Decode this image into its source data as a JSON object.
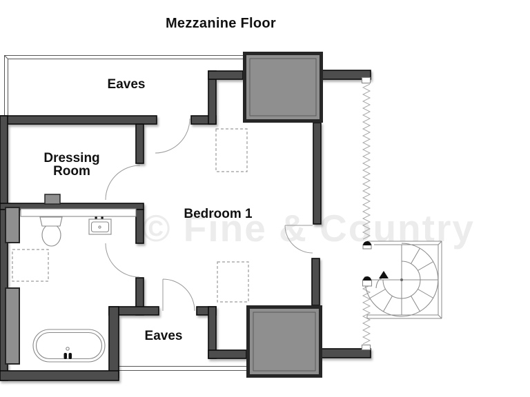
{
  "title": "Mezzanine Floor",
  "watermark": "© Fine & Country",
  "rooms": {
    "eaves_top": "Eaves",
    "dressing_line1": "Dressing",
    "dressing_line2": "Room",
    "bedroom": "Bedroom 1",
    "eaves_bottom": "Eaves"
  },
  "fixtures": {
    "staircase": "spiral-staircase",
    "stair_direction": "up-arrow",
    "bath": "bathtub",
    "toilet": "toilet",
    "basin": "sink",
    "rooflight": "dashed-rooflight",
    "chimney": "chimney-block",
    "void_edge": "zigzag-void-edge",
    "doors": "quarter-arc-door"
  },
  "colors": {
    "wall": "#4d4d4d",
    "chimney_fill": "#8f8f8f",
    "line": "#888888",
    "watermark": "#ececec",
    "text": "#111111"
  }
}
